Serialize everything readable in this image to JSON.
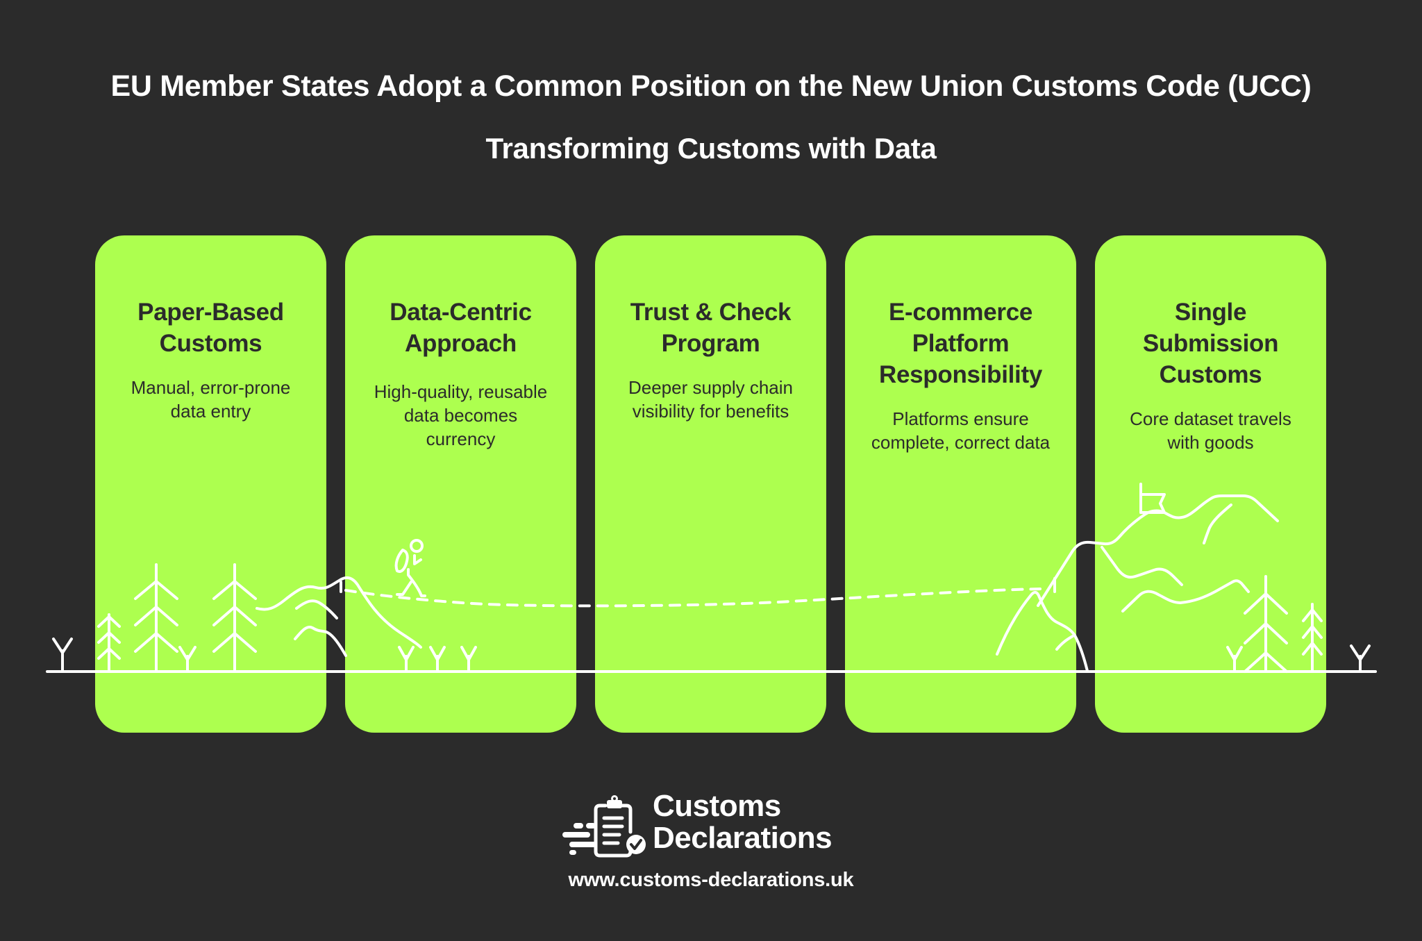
{
  "header": {
    "title": "EU Member States Adopt a Common Position on the New Union Customs Code (UCC)",
    "subtitle": "Transforming Customs with Data"
  },
  "colors": {
    "background": "#2b2b2b",
    "card": "#adff4f",
    "text_dark": "#2b2b2b",
    "line": "#ffffff"
  },
  "stages": [
    {
      "title": "Paper-Based Customs",
      "description": "Manual, error-prone data entry"
    },
    {
      "title": "Data-Centric Approach",
      "description": "High-quality, reusable data becomes currency"
    },
    {
      "title": "Trust & Check Program",
      "description": "Deeper supply chain visibility for benefits"
    },
    {
      "title": "E-commerce Platform Responsibility",
      "description": "Platforms ensure complete, correct data"
    },
    {
      "title": "Single Submission Customs",
      "description": "Core dataset travels with goods"
    }
  ],
  "illustration": {
    "icons": [
      "pine-tree-icon",
      "grass-sprout-icon",
      "hill-outline-icon",
      "hiker-icon",
      "dashed-path",
      "mountain-outline-icon",
      "summit-flag-icon"
    ]
  },
  "footer": {
    "logo_line1": "Customs",
    "logo_line2": "Declarations",
    "url": "www.customs-declarations.uk"
  }
}
